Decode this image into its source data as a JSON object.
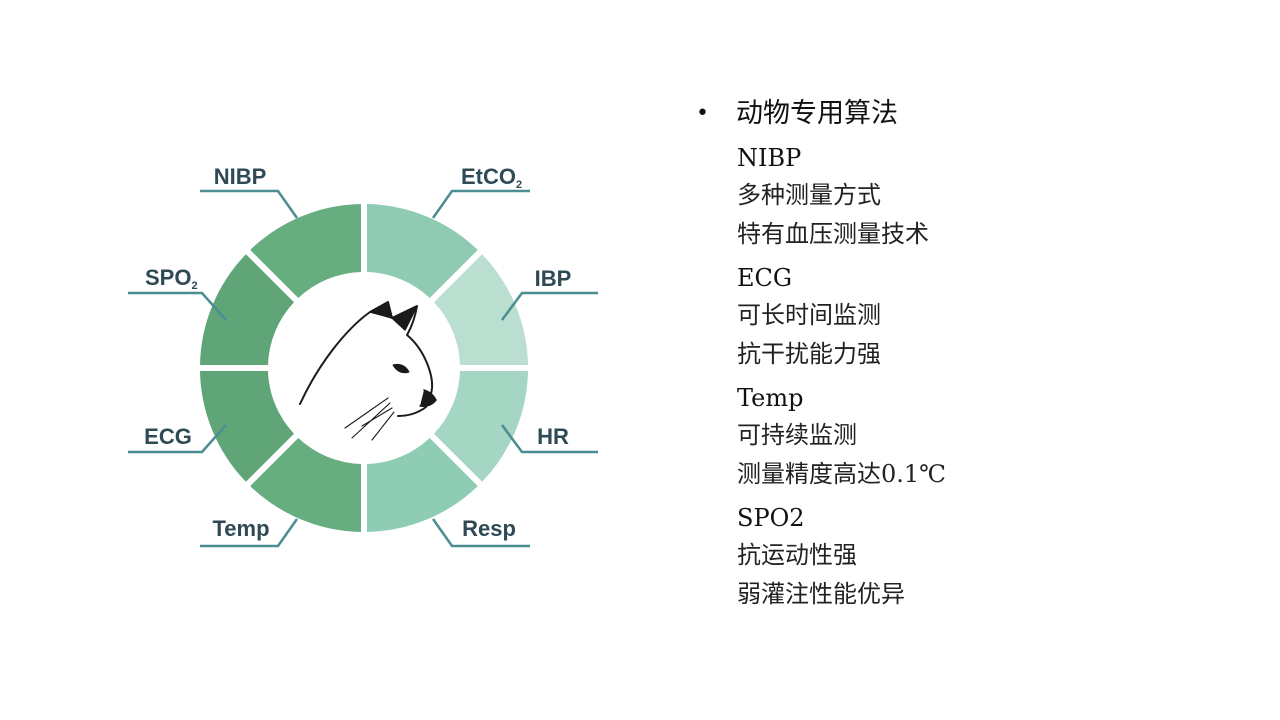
{
  "diagram": {
    "labels": {
      "nibp": "NIBP",
      "etco2_main": "EtCO",
      "etco2_sub": "2",
      "ibp": "IBP",
      "spo2_main": "SPO",
      "spo2_sub": "2",
      "hr": "HR",
      "ecg": "ECG",
      "temp": "Temp",
      "resp": "Resp"
    },
    "center_icon": "cat-icon",
    "colors": {
      "left_dark": "#66ad80",
      "left_mid": "#60a578",
      "right_1": "#8fcbb3",
      "right_2": "#badecf",
      "right_3": "#a4d6c3",
      "right_4": "#8fccb4",
      "leader_line": "#4a8e92"
    }
  },
  "panel": {
    "bullet": "•",
    "heading": "动物专用算法",
    "features": [
      {
        "title": "NIBP",
        "lines": [
          "多种测量方式",
          "特有血压测量技术"
        ]
      },
      {
        "title": "ECG",
        "lines": [
          "可长时间监测",
          "抗干扰能力强"
        ]
      },
      {
        "title": "Temp",
        "lines": [
          "可持续监测",
          "测量精度高达0.1℃"
        ]
      },
      {
        "title": "SPO2",
        "lines": [
          "抗运动性强",
          "弱灌注性能优异"
        ]
      }
    ]
  }
}
